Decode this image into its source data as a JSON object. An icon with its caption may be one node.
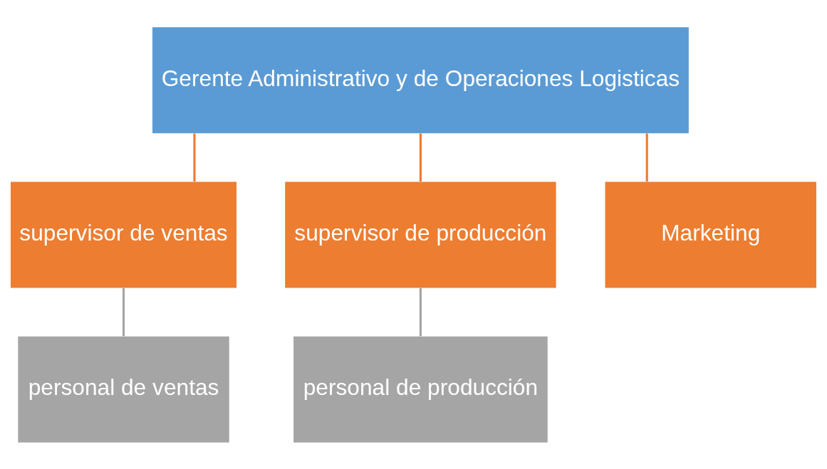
{
  "diagram": {
    "nodes": [
      {
        "text": [
          "Gerente Administrativo y de Operaciones Logisticas"
        ]
      },
      {
        "text": [
          "supervisor de ventas"
        ]
      },
      {
        "text": [
          "supervisor de producción"
        ]
      },
      {
        "text": [
          "Marketing"
        ]
      },
      {
        "text": [
          "personal de ventas"
        ]
      },
      {
        "text": [
          "personal de producción"
        ]
      }
    ],
    "edges": [
      {
        "from": 0,
        "to": 1,
        "arrow": "none"
      },
      {
        "from": 0,
        "to": 2,
        "arrow": "none"
      },
      {
        "from": 0,
        "to": 3,
        "arrow": "none"
      },
      {
        "from": 1,
        "to": 4,
        "arrow": "none",
        "color": "#a5a5a5"
      },
      {
        "from": 2,
        "to": 5,
        "arrow": "none",
        "color": "#a5a5a5"
      }
    ]
  }
}
